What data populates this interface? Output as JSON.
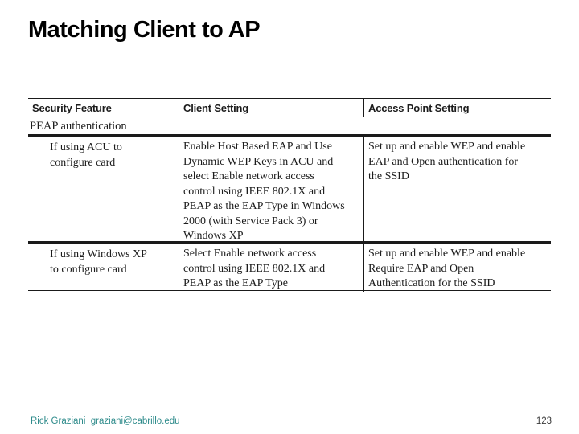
{
  "slide": {
    "title": "Matching Client to AP",
    "footer": {
      "author": "Rick Graziani  graziani@cabrillo.edu",
      "page_number": "123"
    }
  },
  "table": {
    "headers": [
      "Security Feature",
      "Client Setting",
      "Access Point Setting"
    ],
    "section_label": "PEAP authentication",
    "rows": [
      {
        "security_feature": "If using ACU to\nconfigure card",
        "client_setting": "Enable Host Based EAP and Use\nDynamic WEP Keys in ACU and\nselect Enable network access\ncontrol using IEEE 802.1X and\nPEAP as the EAP Type in Windows\n2000 (with Service Pack 3) or\nWindows XP",
        "access_point_setting": "Set up and enable WEP and enable\nEAP and Open authentication for\nthe SSID"
      },
      {
        "security_feature": "If using Windows XP\nto configure card",
        "client_setting": "Select Enable network access\ncontrol using IEEE 802.1X and\nPEAP as the EAP Type",
        "access_point_setting": "Set up and enable WEP and enable\nRequire EAP and Open\nAuthentication for the SSID"
      }
    ]
  },
  "colors": {
    "footer_text": "#2e8b8b",
    "page_number_text": "#3a3a3a",
    "table_rule": "#1a1a1a",
    "background": "#ffffff"
  }
}
